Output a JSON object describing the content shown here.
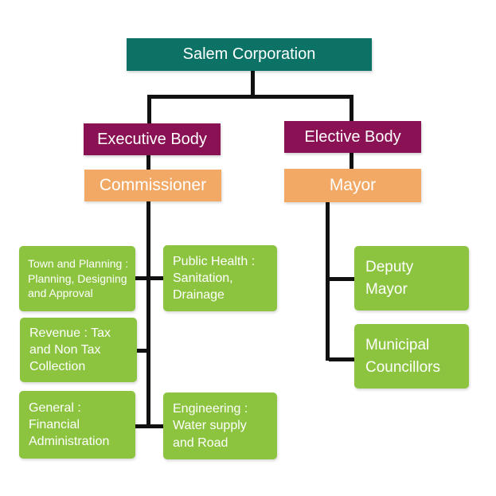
{
  "diagram": {
    "type": "org-chart",
    "title": "Salem Corporation",
    "colors": {
      "root_box": "#0b7265",
      "body_box": "#8a1254",
      "head_box": "#f3a966",
      "department_box": "#8cc440",
      "connector": "#111111",
      "text": "#ffffff"
    },
    "root": {
      "label": "Salem Corporation"
    },
    "branches": [
      {
        "label": "Executive Body",
        "head": {
          "label": "Commissioner"
        }
      },
      {
        "label": "Elective Body",
        "head": {
          "label": "Mayor"
        }
      }
    ],
    "departments": [
      {
        "label": "Town and Planning : Planning, Designing and Approval"
      },
      {
        "label": "Public Health : Sanitation, Drainage"
      },
      {
        "label": "Revenue : Tax and Non Tax Collection"
      },
      {
        "label": "General : Financial Administration"
      },
      {
        "label": "Engineering : Water supply and Road"
      }
    ],
    "elected_officials": [
      {
        "label": "Deputy Mayor"
      },
      {
        "label": "Municipal Councillors"
      }
    ]
  }
}
